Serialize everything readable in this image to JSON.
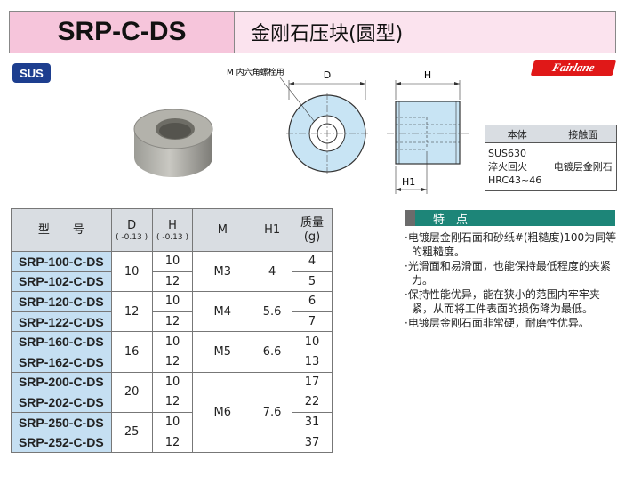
{
  "header": {
    "code": "SRP-C-DS",
    "name": "金刚石压块(圆型)"
  },
  "badge": "SUS",
  "brand": "Fairlane",
  "drawing": {
    "callout": "M 内六角螺栓用",
    "dim_d": "D",
    "dim_h": "H",
    "dim_h1": "H1"
  },
  "material_table": {
    "headers": [
      "本体",
      "接触面"
    ],
    "body_lines": [
      "SUS630",
      "淬火回火",
      "HRC43~46"
    ],
    "contact": "电镀层金刚石"
  },
  "spec_table": {
    "headers": {
      "model": "型　　号",
      "d": "D",
      "d_tol": "( -0.13 )",
      "h": "H",
      "h_tol": "( -0.13 )",
      "m": "M",
      "h1": "H1",
      "mass": "质量",
      "mass_unit": "(g)"
    },
    "rows": [
      {
        "model": "SRP-100-C-DS",
        "d": "10",
        "h": "10",
        "m": "M3",
        "h1": "4",
        "mass": "4"
      },
      {
        "model": "SRP-102-C-DS",
        "d": "",
        "h": "12",
        "m": "",
        "h1": "",
        "mass": "5"
      },
      {
        "model": "SRP-120-C-DS",
        "d": "12",
        "h": "10",
        "m": "M4",
        "h1": "5.6",
        "mass": "6"
      },
      {
        "model": "SRP-122-C-DS",
        "d": "",
        "h": "12",
        "m": "",
        "h1": "",
        "mass": "7"
      },
      {
        "model": "SRP-160-C-DS",
        "d": "16",
        "h": "10",
        "m": "M5",
        "h1": "6.6",
        "mass": "10"
      },
      {
        "model": "SRP-162-C-DS",
        "d": "",
        "h": "12",
        "m": "",
        "h1": "",
        "mass": "13"
      },
      {
        "model": "SRP-200-C-DS",
        "d": "20",
        "h": "10",
        "m": "M6",
        "h1": "7.6",
        "mass": "17"
      },
      {
        "model": "SRP-202-C-DS",
        "d": "",
        "h": "12",
        "m": "",
        "h1": "",
        "mass": "22"
      },
      {
        "model": "SRP-250-C-DS",
        "d": "25",
        "h": "10",
        "m": "",
        "h1": "",
        "mass": "31"
      },
      {
        "model": "SRP-252-C-DS",
        "d": "",
        "h": "12",
        "m": "",
        "h1": "",
        "mass": "37"
      }
    ]
  },
  "features": {
    "title": "特　点",
    "items": [
      "·电镀层金刚石面和砂纸#(粗糙度)100为同等的粗糙度。",
      "·光滑面和易滑面，也能保持最低程度的夹紧力。",
      "·保持性能优异，能在狭小的范围内牢牢夹紧，从而将工件表面的损伤降为最低。",
      "·电镀层金刚石面非常硬，耐磨性优异。"
    ]
  },
  "colors": {
    "header_dark": "#f6c5db",
    "header_light": "#fbe3ee",
    "badge": "#1d3e8f",
    "brand": "#e01818",
    "feature_bar": "#1d8578",
    "model_cell": "#c5dff2",
    "part_fill": "#c8e4f4"
  }
}
